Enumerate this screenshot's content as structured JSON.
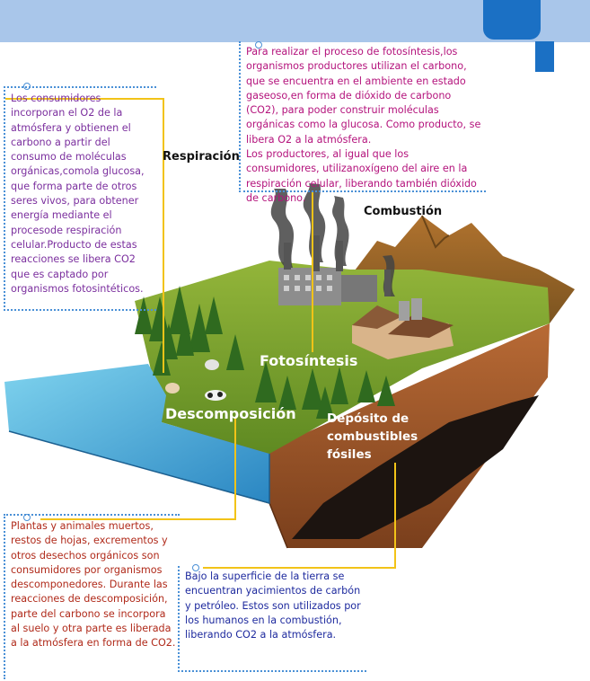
{
  "labels": {
    "respiracion": "Respiración",
    "combustion": "Combustión",
    "fotosintesis": "Fotosíntesis",
    "descomposicion": "Descomposición",
    "deposito": "Depósito de combustibles fósiles"
  },
  "boxes": {
    "consumers": "Los consumidores incorporan el O2 de la atmósfera y obtienen el carbono a partir del consumo de moléculas orgánicas,comola glucosa, que forma parte de otros seres vivos, para obtener energía mediante el procesode respiración celular.Producto de estas reacciones se libera CO2 que es captado por organismos fotosintéticos.",
    "producers_1": "Para realizar el proceso de fotosíntesis,los organismos productores utilizan el carbono, que se encuentra en el ambiente en estado gaseoso,en forma de dióxido de carbono (CO2), para poder construir moléculas orgánicas como la glucosa. Como producto, se libera O2 a la atmósfera.",
    "producers_2": "Los productores, al igual que los consumidores, utilizanoxígeno del aire en la respiración celular, liberando también dióxido de carbono.",
    "decomposition": "Plantas y animales muertos, restos de hojas, excrementos y otros desechos orgánicos son consumidores por organismos descomponedores. Durante las reacciones de descomposición, parte del carbono se incorpora al suelo y otra parte es liberada a la atmósfera en forma de CO2.",
    "fossil": "Bajo la superficie de la tierra se encuentran yacimientos de carbón y petróleo. Estos son utilizados por los humanos en la combustión, liberando CO2 a la atmósfera."
  },
  "colors": {
    "header": "#a9c6ea",
    "accent_blue": "#1b70c4",
    "connector": "#f2c318",
    "consumers_text": "#7b2f9e",
    "producers_text": "#b4137c",
    "decomposition_text": "#b02a1a",
    "fossil_text": "#1e2a9e"
  }
}
